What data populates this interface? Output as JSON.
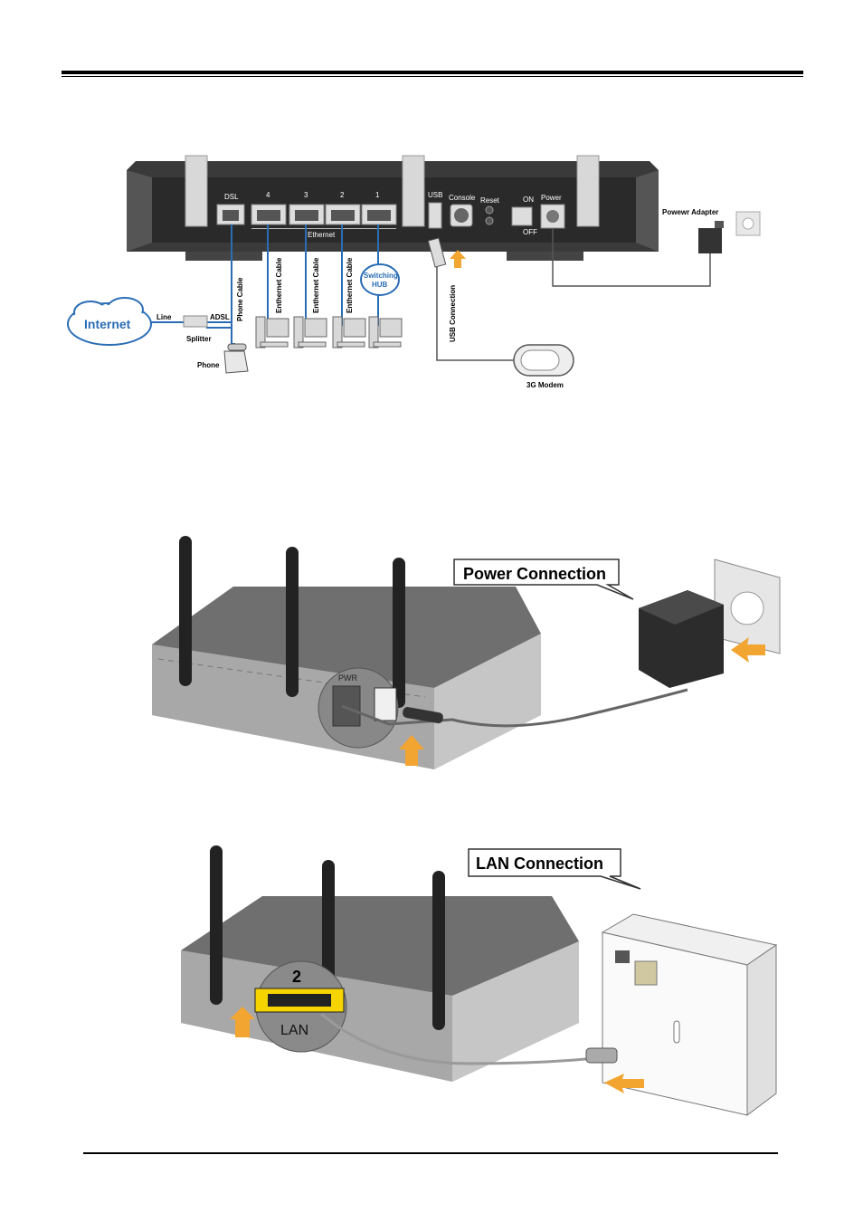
{
  "diagram1": {
    "ports": {
      "dsl": "DSL",
      "lan4": "4",
      "lan3": "3",
      "lan2": "2",
      "lan1": "1",
      "ethernet": "Ethernet",
      "usb": "USB",
      "console": "Console",
      "reset": "Reset",
      "on": "ON",
      "off": "OFF",
      "power": "Power"
    },
    "labels": {
      "internet": "Internet",
      "line": "Line",
      "adsl": "ADSL",
      "splitter": "Splitter",
      "phone": "Phone",
      "phone_cable": "Phone Cable",
      "ethernet_cable_1": "Enthernet Cable",
      "ethernet_cable_2": "Enthernet Cable",
      "ethernet_cable_3": "Enthernet Cable",
      "switching": "Switching",
      "hub": "HUB",
      "usb_connection": "USB Connection",
      "modem": "3G Modem",
      "power_adapter": "Powewr Adapter"
    }
  },
  "diagram2": {
    "callout": "Power Connection",
    "port_label": "PWR"
  },
  "diagram3": {
    "callout": "LAN Connection",
    "port_number": "2",
    "port_label": "LAN"
  },
  "colors": {
    "cable_blue": "#2a6db5",
    "arrow_orange": "#f2a531",
    "lan_yellow": "#f5d400"
  }
}
